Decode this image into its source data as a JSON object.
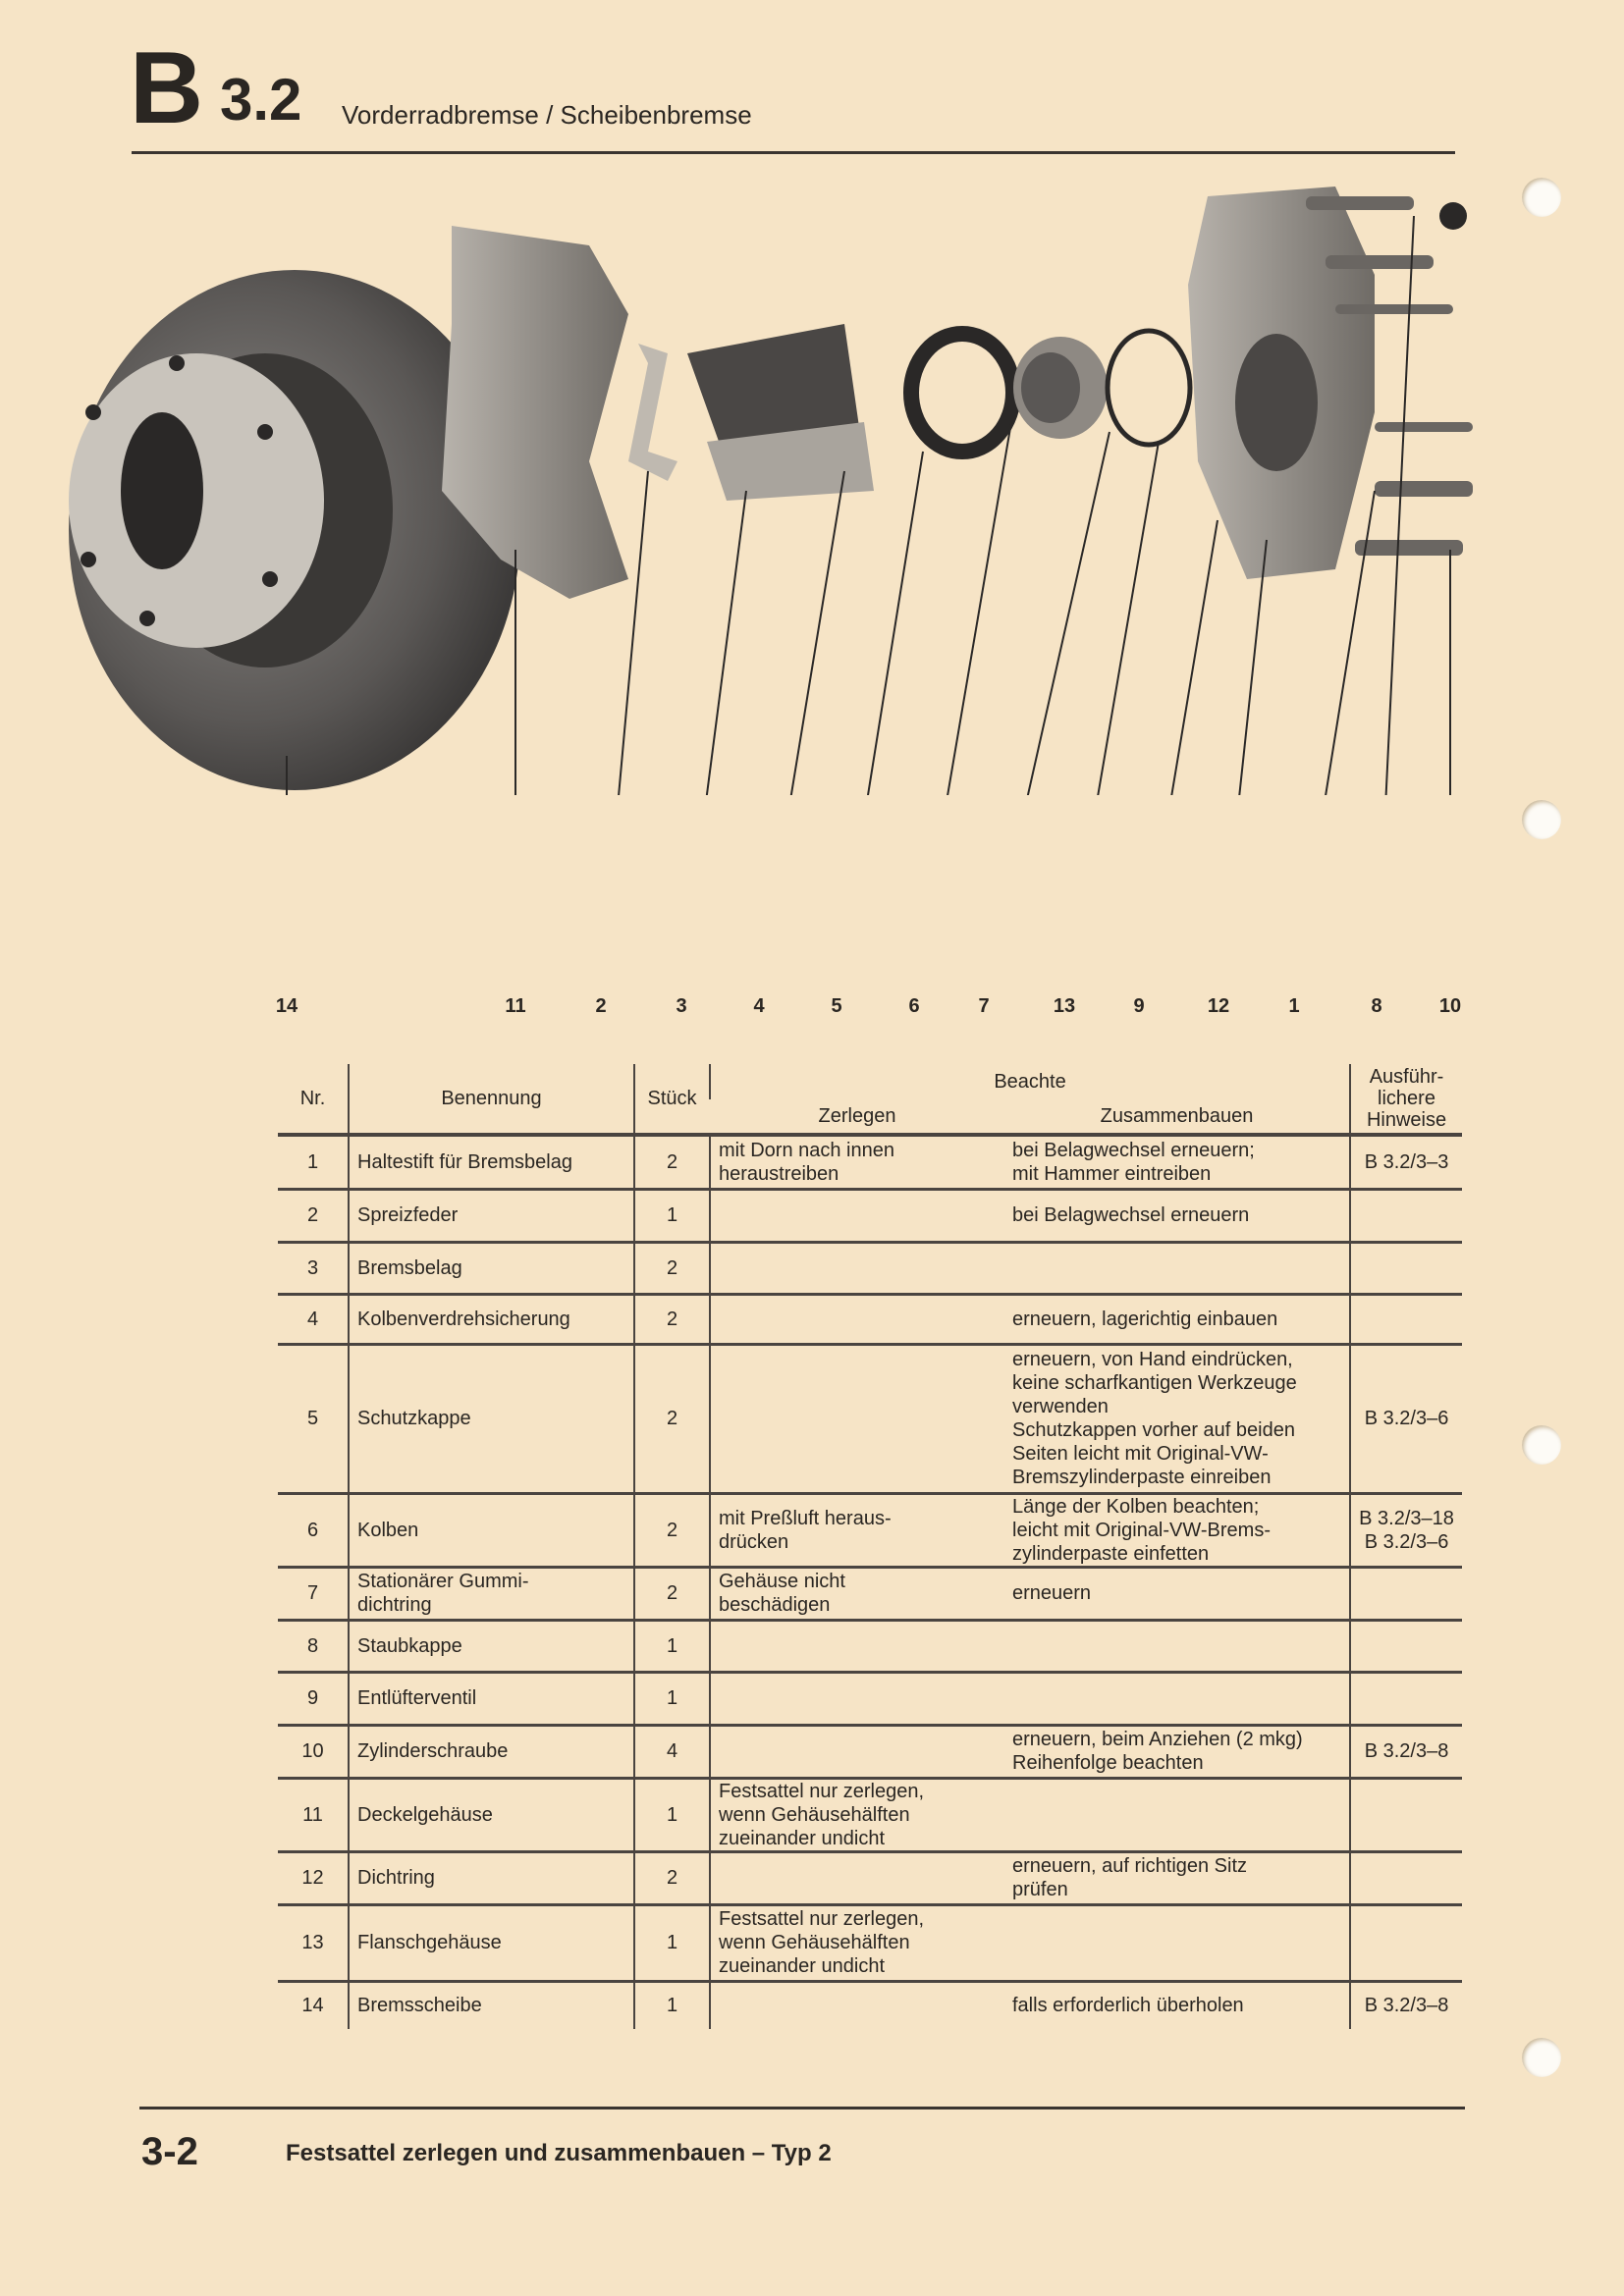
{
  "header": {
    "section_letter": "B",
    "section_number": "3.2",
    "title": "Vorderradbremse / Scheibenbremse"
  },
  "illustration": {
    "callouts": [
      "14",
      "11",
      "2",
      "3",
      "4",
      "5",
      "6",
      "7",
      "13",
      "9",
      "12",
      "1",
      "8",
      "10"
    ]
  },
  "table": {
    "headers": {
      "nr": "Nr.",
      "benennung": "Benennung",
      "stueck": "Stück",
      "beachte": "Beachte",
      "zerlegen": "Zerlegen",
      "zusammenbauen": "Zusammenbauen",
      "hinweise": "Ausführ-\nlichere\nHinweise"
    },
    "rows": [
      {
        "nr": "1",
        "name": "Haltestift für Bremsbelag",
        "qty": "2",
        "zerlegen": "mit Dorn nach innen\nheraustreiben",
        "zusammenbauen": "bei Belagwechsel erneuern;\nmit Hammer eintreiben",
        "hinweise": "B 3.2/3–3"
      },
      {
        "nr": "2",
        "name": "Spreizfeder",
        "qty": "1",
        "zerlegen": "",
        "zusammenbauen": "bei Belagwechsel erneuern",
        "hinweise": ""
      },
      {
        "nr": "3",
        "name": "Bremsbelag",
        "qty": "2",
        "zerlegen": "",
        "zusammenbauen": "",
        "hinweise": ""
      },
      {
        "nr": "4",
        "name": "Kolbenverdrehsicherung",
        "qty": "2",
        "zerlegen": "",
        "zusammenbauen": "erneuern, lagerichtig einbauen",
        "hinweise": ""
      },
      {
        "nr": "5",
        "name": "Schutzkappe",
        "qty": "2",
        "zerlegen": "",
        "zusammenbauen": "erneuern, von Hand eindrücken,\nkeine scharfkantigen Werkzeuge\nverwenden\nSchutzkappen vorher auf beiden\nSeiten leicht mit Original-VW-\nBremszylinderpaste einreiben",
        "hinweise": "B 3.2/3–6"
      },
      {
        "nr": "6",
        "name": "Kolben",
        "qty": "2",
        "zerlegen": "mit Preßluft heraus-\ndrücken",
        "zusammenbauen": "Länge der Kolben beachten;\nleicht mit Original-VW-Brems-\nzylinderpaste einfetten",
        "hinweise": "B 3.2/3–18\nB 3.2/3–6"
      },
      {
        "nr": "7",
        "name": "Stationärer Gummi-\ndichtring",
        "qty": "2",
        "zerlegen": "Gehäuse nicht\nbeschädigen",
        "zusammenbauen": "erneuern",
        "hinweise": ""
      },
      {
        "nr": "8",
        "name": "Staubkappe",
        "qty": "1",
        "zerlegen": "",
        "zusammenbauen": "",
        "hinweise": ""
      },
      {
        "nr": "9",
        "name": "Entlüfterventil",
        "qty": "1",
        "zerlegen": "",
        "zusammenbauen": "",
        "hinweise": ""
      },
      {
        "nr": "10",
        "name": "Zylinderschraube",
        "qty": "4",
        "zerlegen": "",
        "zusammenbauen": "erneuern, beim Anziehen (2 mkg)\nReihenfolge beachten",
        "hinweise": "B 3.2/3–8"
      },
      {
        "nr": "11",
        "name": "Deckelgehäuse",
        "qty": "1",
        "zerlegen": "Festsattel nur zerlegen,\nwenn Gehäusehälften\nzueinander undicht",
        "zusammenbauen": "",
        "hinweise": ""
      },
      {
        "nr": "12",
        "name": "Dichtring",
        "qty": "2",
        "zerlegen": "",
        "zusammenbauen": "erneuern, auf richtigen Sitz\nprüfen",
        "hinweise": ""
      },
      {
        "nr": "13",
        "name": "Flanschgehäuse",
        "qty": "1",
        "zerlegen": "Festsattel nur zerlegen,\nwenn Gehäusehälften\nzueinander undicht",
        "zusammenbauen": "",
        "hinweise": ""
      },
      {
        "nr": "14",
        "name": "Bremsscheibe",
        "qty": "1",
        "zerlegen": "",
        "zusammenbauen": "falls erforderlich überholen",
        "hinweise": "B 3.2/3–8"
      }
    ]
  },
  "footer": {
    "page_number": "3-2",
    "title": "Festsattel zerlegen und zusammenbauen – Typ 2"
  },
  "colors": {
    "paper": "#f6e4c6",
    "ink": "#2a2622"
  }
}
